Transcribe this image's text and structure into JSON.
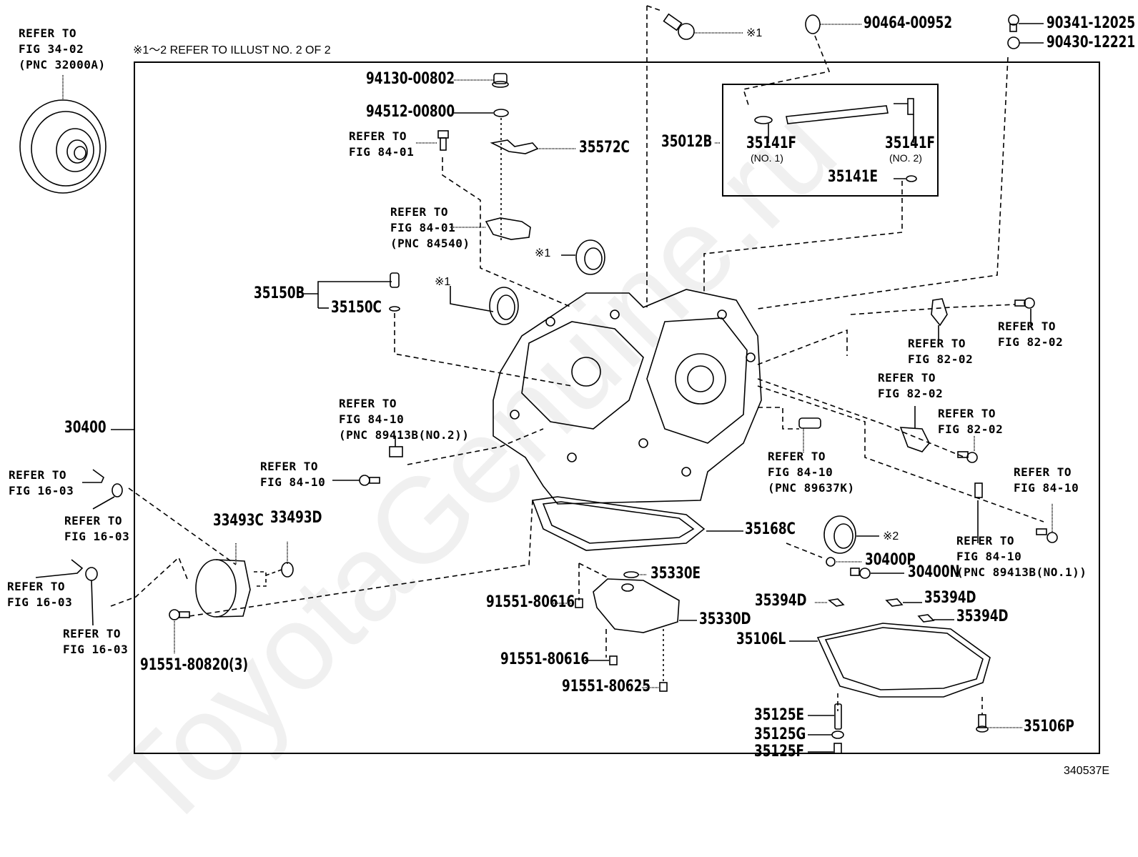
{
  "diagram": {
    "title_note": "※1～2 REFER TO ILLUST NO. 2 OF 2",
    "figure_code": "340537E",
    "watermark": "ToyotaGenuine.ru",
    "assembly_label": "30400",
    "callouts": {
      "torque_converter": "REFER TO\nFIG 34-02\n(PNC 32000A)",
      "p94130": "94130-00802",
      "p94512": "94512-00800",
      "ref_84_01_bolt": "REFER TO\nFIG 84-01",
      "p35572C": "35572C",
      "ref_84_01_pnc": "REFER TO\nFIG 84-01\n(PNC 84540)",
      "seal_mark_1a": "※1",
      "seal_mark_1b": "※1",
      "bolt_mark_1": "※1",
      "p35150B": "35150B",
      "p35150C": "35150C",
      "p90464": "90464-00952",
      "p90341": "90341-12025",
      "p90430": "90430-12221",
      "p35012B": "35012B",
      "p35141F_1": "35141F",
      "p35141F_1_sub": "(NO. 1)",
      "p35141F_2": "35141F",
      "p35141F_2_sub": "(NO. 2)",
      "p35141E": "35141E",
      "ref_82_02_a": "REFER TO\nFIG 82-02",
      "ref_82_02_b": "REFER TO\nFIG 82-02",
      "ref_82_02_c": "REFER TO\nFIG 82-02",
      "ref_82_02_d": "REFER TO\nFIG 82-02",
      "ref_84_10_pnc2": "REFER TO\nFIG 84-10\n(PNC 89413B(NO.2))",
      "ref_84_10_bolt_left": "REFER TO\nFIG 84-10",
      "ref_84_10_pnc89637": "REFER TO\nFIG 84-10\n(PNC 89637K)",
      "ref_84_10_bolt_right": "REFER TO\nFIG 84-10",
      "ref_84_10_pnc1": "REFER TO\nFIG 84-10\n(PNC 89413B(NO.1))",
      "ref_16_03_a": "REFER TO\nFIG 16-03",
      "ref_16_03_b": "REFER TO\nFIG 16-03",
      "ref_16_03_c": "REFER TO\nFIG 16-03",
      "ref_16_03_d": "REFER TO\nFIG 16-03",
      "p33493C": "33493C",
      "p33493D": "33493D",
      "p91551_80820": "91551-80820(3)",
      "p35168C": "35168C",
      "seal_mark_2": "※2",
      "p30400P": "30400P",
      "p30400N": "30400N",
      "p35330E": "35330E",
      "p91551_80616_a": "91551-80616",
      "p35330D": "35330D",
      "p91551_80616_b": "91551-80616",
      "p91551_80625": "91551-80625",
      "p35394D_a": "35394D",
      "p35394D_b": "35394D",
      "p35394D_c": "35394D",
      "p35106L": "35106L",
      "p35125E": "35125E",
      "p35125G": "35125G",
      "p35125F": "35125F",
      "p35106P": "35106P"
    }
  }
}
